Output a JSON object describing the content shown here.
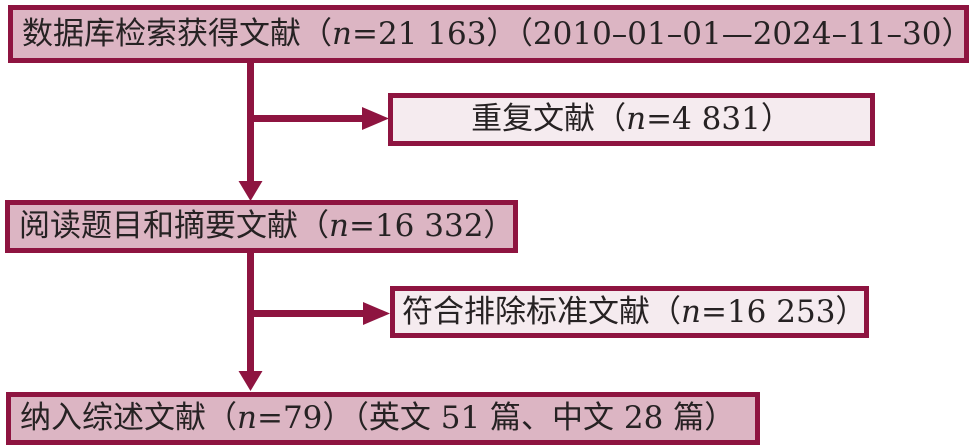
{
  "colors": {
    "accent": "#8e1440",
    "main_box_fill": "#dcb5c3",
    "side_box_fill": "#f5ebef",
    "text": "#262223"
  },
  "flowchart": {
    "boxes": {
      "db_search": {
        "pre": "数据库检索获得文献（",
        "n": "n",
        "post": "=21 163）（2010–01–01—2024–11–30）"
      },
      "duplicates": {
        "pre": "重复文献（",
        "n": "n",
        "post": "=4 831）"
      },
      "title_abstract": {
        "pre": "阅读题目和摘要文献（",
        "n": "n",
        "post": "=16 332）"
      },
      "excluded": {
        "pre": "符合排除标准文献（",
        "n": "n",
        "post": "=16 253）"
      },
      "included": {
        "pre": "纳入综述文献（",
        "n": "n",
        "post": "=79）（英文 51 篇、中文 28 篇）"
      }
    }
  }
}
